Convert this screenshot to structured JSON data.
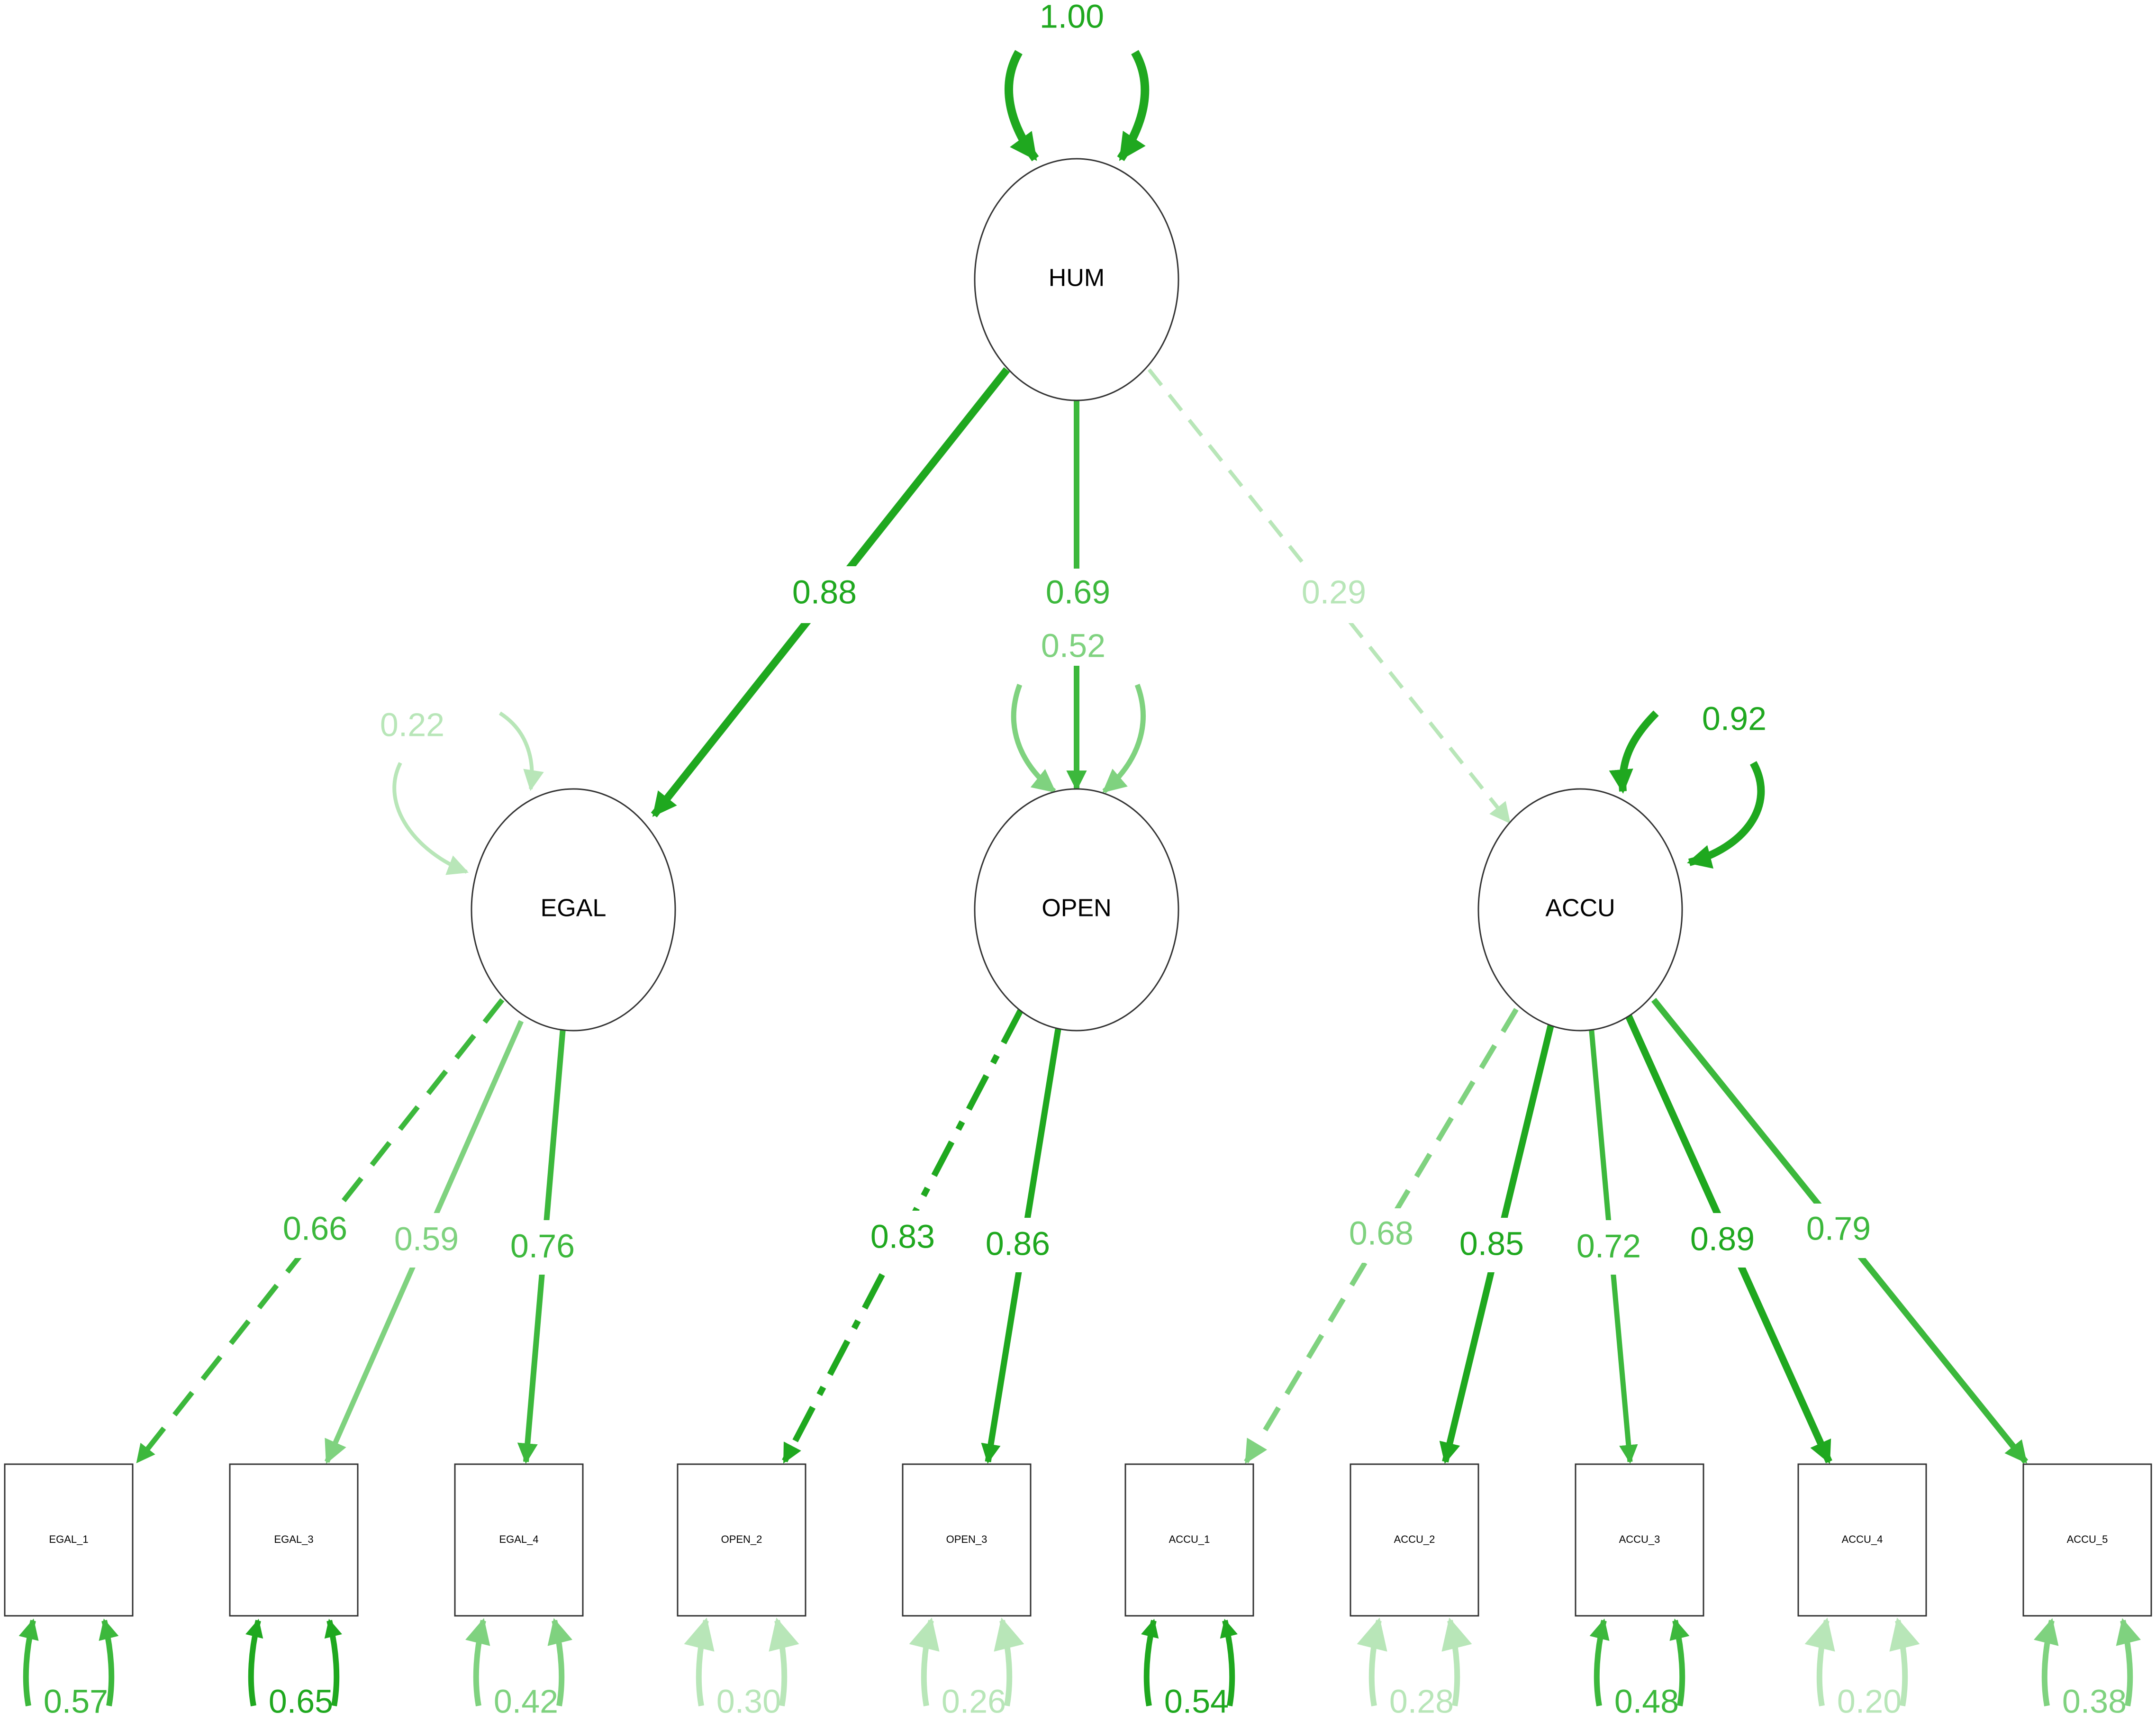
{
  "colors": {
    "strong": "#1fa81f",
    "medium": "#3cb83c",
    "light": "#7fd27f",
    "faint": "#b8e6b8",
    "node_stroke": "#333333"
  },
  "latent": {
    "hum": "HUM",
    "egal": "EGAL",
    "open": "OPEN",
    "accu": "ACCU"
  },
  "indicators": {
    "egal_1": "EGAL_1",
    "egal_3": "EGAL_3",
    "egal_4": "EGAL_4",
    "open_2": "OPEN_2",
    "open_3": "OPEN_3",
    "accu_1": "ACCU_1",
    "accu_2": "ACCU_2",
    "accu_3": "ACCU_3",
    "accu_4": "ACCU_4",
    "accu_5": "ACCU_5"
  },
  "variances": {
    "hum": "1.00",
    "egal": "0.22",
    "open": "0.52",
    "accu": "0.92"
  },
  "structural_loadings": {
    "hum_egal": "0.88",
    "hum_open": "0.69",
    "hum_accu": "0.29"
  },
  "loadings": {
    "egal_1": "0.66",
    "egal_3": "0.59",
    "egal_4": "0.76",
    "open_2": "0.83",
    "open_3": "0.86",
    "accu_1": "0.68",
    "accu_2": "0.85",
    "accu_3": "0.72",
    "accu_4": "0.89",
    "accu_5": "0.79"
  },
  "residuals": {
    "egal_1": "0.57",
    "egal_3": "0.65",
    "egal_4": "0.42",
    "open_2": "0.30",
    "open_3": "0.26",
    "accu_1": "0.54",
    "accu_2": "0.28",
    "accu_3": "0.48",
    "accu_4": "0.20",
    "accu_5": "0.38"
  }
}
